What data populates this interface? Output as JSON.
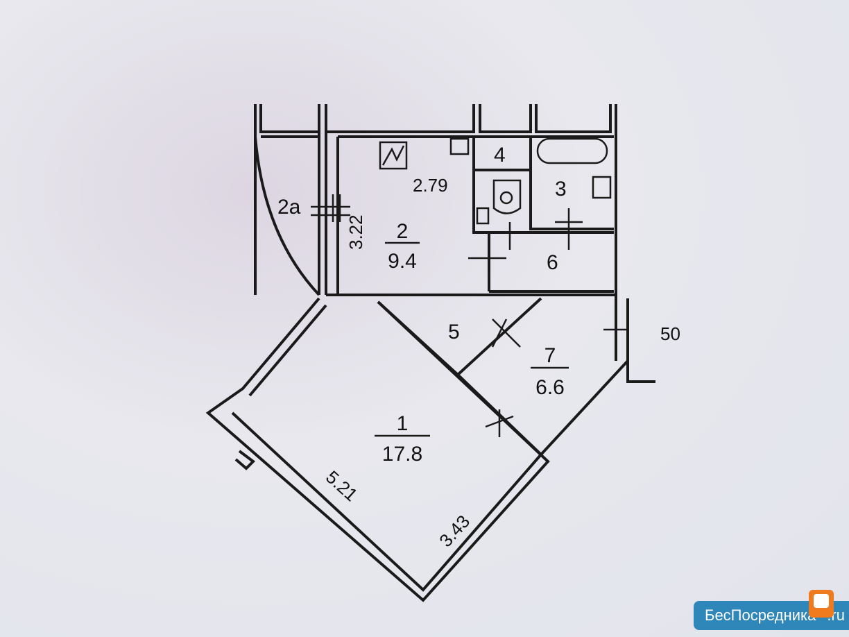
{
  "rooms": {
    "r1": {
      "number": "1",
      "area": "17.8"
    },
    "r2": {
      "number": "2",
      "area": "9.4"
    },
    "r2a": {
      "number": "2а"
    },
    "r3": {
      "number": "3"
    },
    "r4": {
      "number": "4"
    },
    "r5": {
      "number": "5"
    },
    "r6": {
      "number": "6"
    },
    "r7": {
      "number": "7",
      "area": "6.6"
    }
  },
  "dimensions": {
    "d1": "3.22",
    "d2": "2.79",
    "d3": "5.21",
    "d4": "3.43",
    "d5": "50"
  },
  "logo": {
    "name": "БесПосредника",
    "tld": ".ru"
  }
}
